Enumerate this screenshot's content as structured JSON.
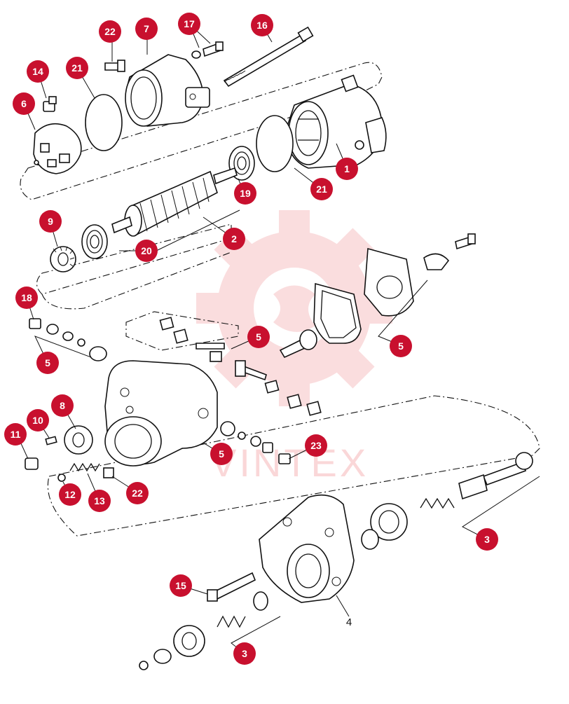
{
  "watermark": {
    "text": "VINTEX",
    "color": "#e8474e"
  },
  "badge_color": "#c8102e",
  "callouts": {
    "c1": "1",
    "c2": "2",
    "c3a": "3",
    "c3b": "3",
    "c4": "4",
    "c5a": "5",
    "c5b": "5",
    "c5c": "5",
    "c5d": "5",
    "c6": "6",
    "c7": "7",
    "c8": "8",
    "c9": "9",
    "c10": "10",
    "c11": "11",
    "c12": "12",
    "c13": "13",
    "c14": "14",
    "c15": "15",
    "c16": "16",
    "c17": "17",
    "c18": "18",
    "c19": "19",
    "c20": "20",
    "c21a": "21",
    "c21b": "21",
    "c22a": "22",
    "c22b": "22",
    "c23": "23"
  }
}
